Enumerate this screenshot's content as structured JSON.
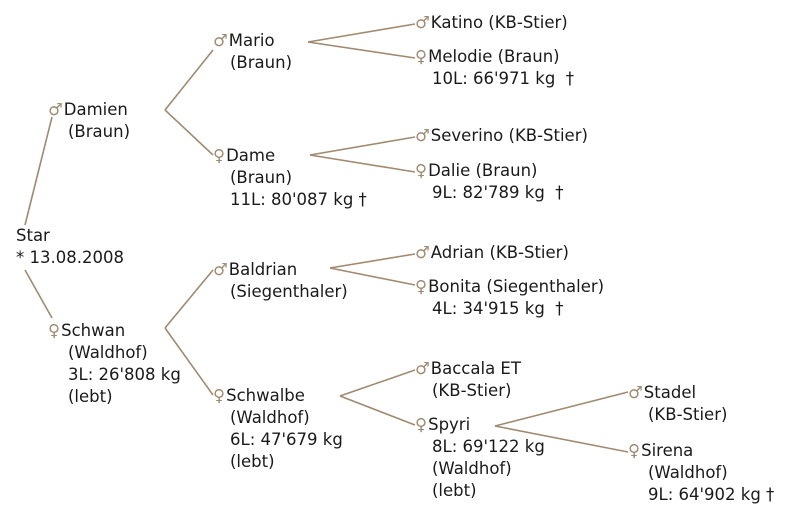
{
  "colors": {
    "line": "#a08a70",
    "symbol": "#a08a70",
    "text": "#1a1a1a"
  },
  "nodes": [
    {
      "id": "star",
      "sex": "",
      "lines": [
        "Star",
        "* 13.08.2008"
      ]
    },
    {
      "id": "damien",
      "sex": "♂",
      "lines": [
        "Damien",
        "(Braun)"
      ]
    },
    {
      "id": "schwan",
      "sex": "♀",
      "lines": [
        "Schwan",
        "(Waldhof)",
        "3L: 26'808 kg",
        "(lebt)"
      ]
    },
    {
      "id": "mario",
      "sex": "♂",
      "lines": [
        "Mario",
        "(Braun)"
      ]
    },
    {
      "id": "dame",
      "sex": "♀",
      "lines": [
        "Dame",
        "(Braun)",
        "11L: 80'087 kg †"
      ]
    },
    {
      "id": "baldrian",
      "sex": "♂",
      "lines": [
        "Baldrian",
        "(Siegenthaler)"
      ]
    },
    {
      "id": "schwalbe",
      "sex": "♀",
      "lines": [
        "Schwalbe",
        "(Waldhof)",
        "6L: 47'679 kg",
        "(lebt)"
      ]
    },
    {
      "id": "katino",
      "sex": "♂",
      "lines": [
        "Katino (KB-Stier)"
      ]
    },
    {
      "id": "melodie",
      "sex": "♀",
      "lines": [
        "Melodie (Braun)",
        "10L: 66'971 kg  †"
      ]
    },
    {
      "id": "severino",
      "sex": "♂",
      "lines": [
        "Severino (KB-Stier)"
      ]
    },
    {
      "id": "dalie",
      "sex": "♀",
      "lines": [
        "Dalie (Braun)",
        "9L: 82'789 kg  †"
      ]
    },
    {
      "id": "adrian",
      "sex": "♂",
      "lines": [
        "Adrian (KB-Stier)"
      ]
    },
    {
      "id": "bonita",
      "sex": "♀",
      "lines": [
        "Bonita (Siegenthaler)",
        "4L: 34'915 kg  †"
      ]
    },
    {
      "id": "baccala",
      "sex": "♂",
      "lines": [
        "Baccala ET",
        "(KB-Stier)"
      ]
    },
    {
      "id": "spyri",
      "sex": "♀",
      "lines": [
        "Spyri",
        "8L: 69'122 kg",
        "(Waldhof)",
        "(lebt)"
      ]
    },
    {
      "id": "stadel",
      "sex": "♂",
      "lines": [
        "Stadel",
        "(KB-Stier)"
      ]
    },
    {
      "id": "sirena",
      "sex": "♀",
      "lines": [
        "Sirena",
        "(Waldhof)",
        "9L: 64'902 kg †"
      ]
    }
  ]
}
